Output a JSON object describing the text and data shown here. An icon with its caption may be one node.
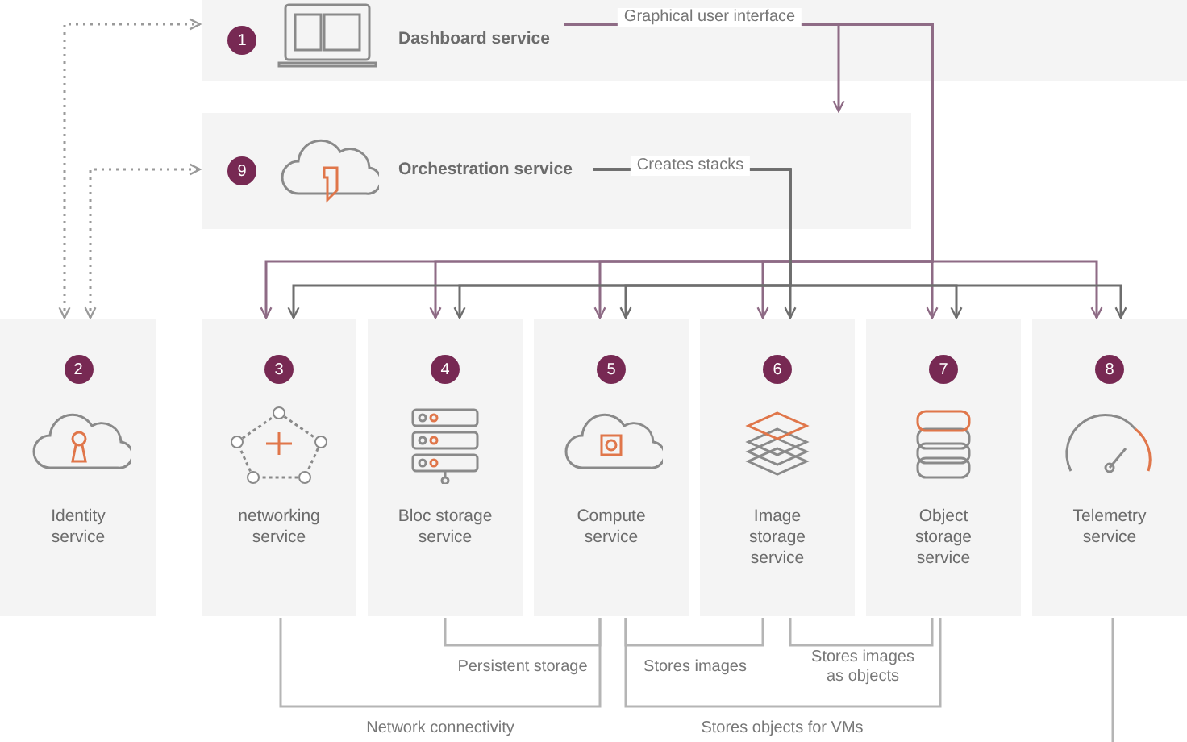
{
  "diagram": {
    "nodes": [
      {
        "text": [
          "1",
          "Dashboard service"
        ]
      },
      {
        "text": [
          "9",
          "Orchestration service"
        ]
      },
      {
        "text": [
          "2",
          "Identity service"
        ]
      },
      {
        "text": [
          "3",
          "networking service"
        ]
      },
      {
        "text": [
          "4",
          "Bloc storage service"
        ]
      },
      {
        "text": [
          "5",
          "Compute service"
        ]
      },
      {
        "text": [
          "6",
          "Image storage service"
        ]
      },
      {
        "text": [
          "7",
          "Object storage service"
        ]
      },
      {
        "text": [
          "8",
          "Telemetry service"
        ]
      }
    ],
    "edges": [
      {
        "from": 2,
        "to": 0,
        "arrow": "both",
        "style": "dashed",
        "color": "#9a9a9a"
      },
      {
        "from": 2,
        "to": 1,
        "arrow": "both",
        "style": "dashed",
        "color": "#9a9a9a"
      },
      {
        "from": 0,
        "to": 1,
        "arrow": "to",
        "label": "Graphical user interface",
        "color": "#8e6b85"
      },
      {
        "from": 0,
        "to": 3,
        "arrow": "to",
        "color": "#8e6b85"
      },
      {
        "from": 0,
        "to": 4,
        "arrow": "to",
        "color": "#8e6b85"
      },
      {
        "from": 0,
        "to": 5,
        "arrow": "to",
        "color": "#8e6b85"
      },
      {
        "from": 0,
        "to": 6,
        "arrow": "to",
        "color": "#8e6b85"
      },
      {
        "from": 0,
        "to": 7,
        "arrow": "to",
        "color": "#8e6b85"
      },
      {
        "from": 0,
        "to": 8,
        "arrow": "to",
        "color": "#8e6b85"
      },
      {
        "from": 1,
        "to": 3,
        "arrow": "to",
        "label": "Creates stacks"
      },
      {
        "from": 1,
        "to": 4,
        "arrow": "to"
      },
      {
        "from": 1,
        "to": 5,
        "arrow": "to"
      },
      {
        "from": 1,
        "to": 6,
        "arrow": "to"
      },
      {
        "from": 1,
        "to": 7,
        "arrow": "to"
      },
      {
        "from": 1,
        "to": 8,
        "arrow": "to"
      },
      {
        "from": 4,
        "to": 5,
        "arrow": "none",
        "label": "Persistent storage",
        "color": "#b5b5b5"
      },
      {
        "from": 5,
        "to": 6,
        "arrow": "none",
        "label": "Stores images",
        "color": "#b5b5b5"
      },
      {
        "from": 6,
        "to": 7,
        "arrow": "none",
        "label": "Stores images as objects",
        "color": "#b5b5b5"
      },
      {
        "from": 3,
        "to": 5,
        "arrow": "none",
        "label": "Network connectivity",
        "color": "#b5b5b5"
      },
      {
        "from": 5,
        "to": 7,
        "arrow": "none",
        "label": "Stores objects for VMs",
        "color": "#b5b5b5"
      },
      {
        "from": 8,
        "to": null,
        "arrow": "none",
        "color": "#b5b5b5"
      }
    ]
  }
}
